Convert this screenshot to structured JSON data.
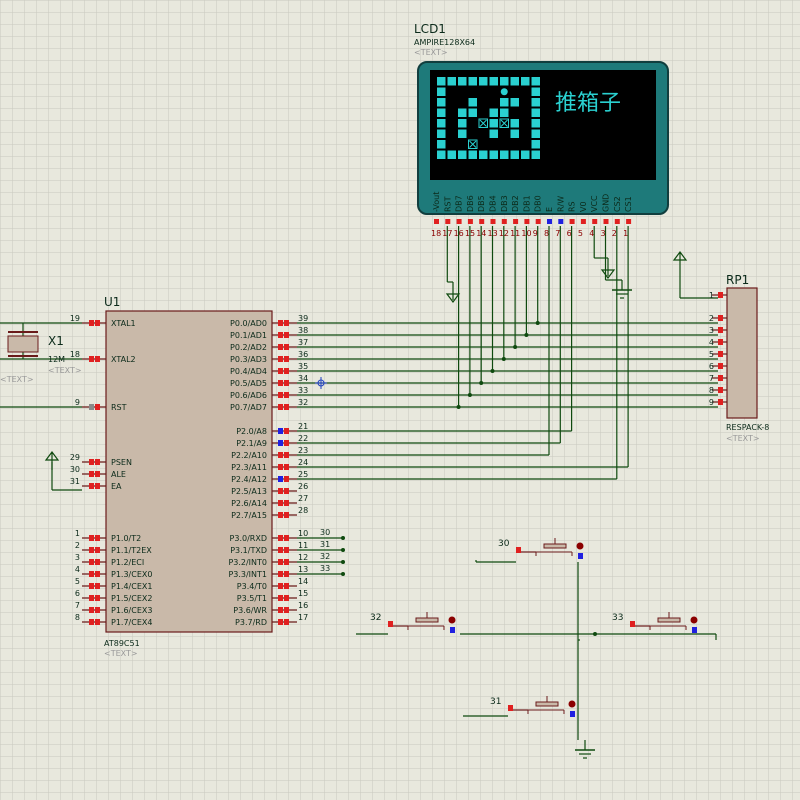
{
  "lcd": {
    "ref": "LCD1",
    "model": "AMPIRE128X64",
    "text_placeholder": "<TEXT>",
    "screen_text": "推箱子",
    "pins": [
      "-Vout",
      "RST",
      "DB7",
      "DB6",
      "DB5",
      "DB4",
      "DB3",
      "DB2",
      "DB1",
      "DB0",
      "E",
      "R/W",
      "RS",
      "V0",
      "VCC",
      "GND",
      "CS2",
      "CS1"
    ],
    "pin_numbers": [
      "18",
      "17",
      "16",
      "15",
      "14",
      "13",
      "12",
      "11",
      "10",
      "9",
      "8",
      "7",
      "6",
      "5",
      "4",
      "3",
      "2",
      "1"
    ],
    "colors": {
      "frame": "#1e7a7a",
      "screen": "#000000",
      "pixel": "#2ad0d0"
    }
  },
  "mcu": {
    "ref": "U1",
    "model": "AT89C51",
    "text_placeholder": "<TEXT>",
    "left_pins": [
      {
        "num": "19",
        "label": "XTAL1"
      },
      {
        "num": "18",
        "label": "XTAL2"
      },
      {
        "num": "9",
        "label": "RST"
      },
      {
        "num": "29",
        "label": "PSEN"
      },
      {
        "num": "30",
        "label": "ALE"
      },
      {
        "num": "31",
        "label": "EA"
      },
      {
        "num": "1",
        "label": "P1.0/T2"
      },
      {
        "num": "2",
        "label": "P1.1/T2EX"
      },
      {
        "num": "3",
        "label": "P1.2/ECI"
      },
      {
        "num": "4",
        "label": "P1.3/CEX0"
      },
      {
        "num": "5",
        "label": "P1.4/CEX1"
      },
      {
        "num": "6",
        "label": "P1.5/CEX2"
      },
      {
        "num": "7",
        "label": "P1.6/CEX3"
      },
      {
        "num": "8",
        "label": "P1.7/CEX4"
      }
    ],
    "right_pins": [
      {
        "num": "39",
        "label": "P0.0/AD0"
      },
      {
        "num": "38",
        "label": "P0.1/AD1"
      },
      {
        "num": "37",
        "label": "P0.2/AD2"
      },
      {
        "num": "36",
        "label": "P0.3/AD3"
      },
      {
        "num": "35",
        "label": "P0.4/AD4"
      },
      {
        "num": "34",
        "label": "P0.5/AD5"
      },
      {
        "num": "33",
        "label": "P0.6/AD6"
      },
      {
        "num": "32",
        "label": "P0.7/AD7"
      },
      {
        "num": "21",
        "label": "P2.0/A8"
      },
      {
        "num": "22",
        "label": "P2.1/A9"
      },
      {
        "num": "23",
        "label": "P2.2/A10"
      },
      {
        "num": "24",
        "label": "P2.3/A11"
      },
      {
        "num": "25",
        "label": "P2.4/A12"
      },
      {
        "num": "26",
        "label": "P2.5/A13"
      },
      {
        "num": "27",
        "label": "P2.6/A14"
      },
      {
        "num": "28",
        "label": "P2.7/A15"
      },
      {
        "num": "10",
        "label": "P3.0/RXD"
      },
      {
        "num": "11",
        "label": "P3.1/TXD"
      },
      {
        "num": "12",
        "label": "P3.2/INT0"
      },
      {
        "num": "13",
        "label": "P3.3/INT1"
      },
      {
        "num": "14",
        "label": "P3.4/T0"
      },
      {
        "num": "15",
        "label": "P3.5/T1"
      },
      {
        "num": "16",
        "label": "P3.6/WR"
      },
      {
        "num": "17",
        "label": "P3.7/RD"
      }
    ],
    "net_labels": [
      "30",
      "31",
      "32",
      "33"
    ]
  },
  "crystal": {
    "ref": "X1",
    "value": "12M",
    "text_placeholder": "<TEXT>"
  },
  "respack": {
    "ref": "RP1",
    "model": "RESPACK-8",
    "text_placeholder": "<TEXT>",
    "pins": [
      "1",
      "2",
      "3",
      "4",
      "5",
      "6",
      "7",
      "8",
      "9"
    ]
  },
  "buttons": [
    {
      "net": "30"
    },
    {
      "net": "32"
    },
    {
      "net": "33"
    },
    {
      "net": "31"
    }
  ],
  "colors": {
    "background": "#e8e8dd",
    "grid": "#c9c9bf",
    "wire": "#0f4a0f",
    "component_body": "#c9b9a9",
    "component_border": "#6a1a1a",
    "pin_red": "#e02020",
    "pin_blue": "#2020e0"
  }
}
